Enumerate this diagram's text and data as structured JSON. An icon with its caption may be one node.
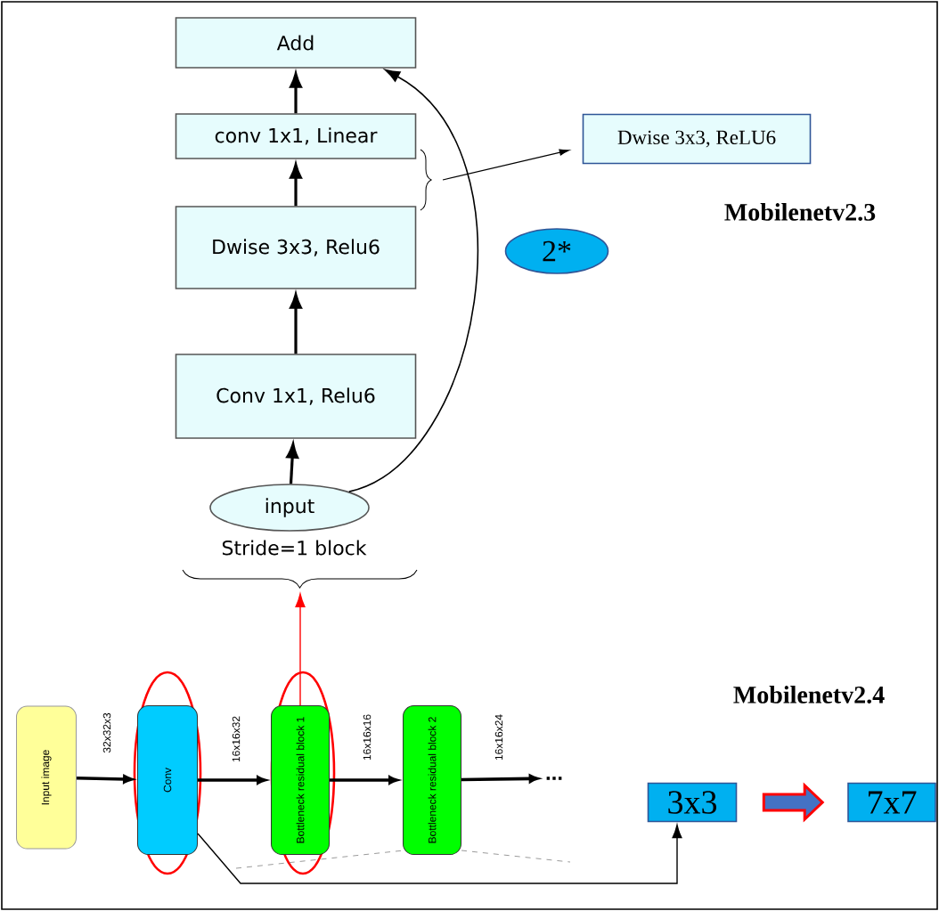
{
  "diagram": {
    "nodes": [
      {
        "text": [
          "Add"
        ]
      },
      {
        "text": [
          "conv 1x1, Linear"
        ]
      },
      {
        "text": [
          "Dwise 3x3, Relu6"
        ]
      },
      {
        "text": [
          "Conv 1x1, Relu6"
        ]
      },
      {
        "text": [
          "input"
        ]
      },
      {
        "text": [
          "Dwise 3x3, ReLU6"
        ]
      },
      {
        "text": [
          "2*"
        ]
      },
      {
        "text": [
          "Input image"
        ]
      },
      {
        "text": [
          "Conv"
        ]
      },
      {
        "text": [
          "Bottleneck residual block 1"
        ]
      },
      {
        "text": [
          "Bottleneck residual block 2"
        ]
      },
      {
        "text": [
          "3x3"
        ]
      },
      {
        "text": [
          "7x7"
        ]
      },
      {
        "text": [
          "..."
        ]
      }
    ],
    "edges": [
      {
        "from": 4,
        "to": 3,
        "arrow": "to"
      },
      {
        "from": 3,
        "to": 2,
        "arrow": "to"
      },
      {
        "from": 2,
        "to": 1,
        "arrow": "to"
      },
      {
        "from": 1,
        "to": 0,
        "arrow": "to"
      },
      {
        "from": 4,
        "to": 0,
        "arrow": "to"
      },
      {
        "from": null,
        "to": 5,
        "arrow": "to"
      },
      {
        "from": 7,
        "to": 8,
        "arrow": "to"
      },
      {
        "from": 8,
        "to": 9,
        "arrow": "to"
      },
      {
        "from": 9,
        "to": 10,
        "arrow": "to"
      },
      {
        "from": 10,
        "to": 13,
        "arrow": "to"
      },
      {
        "from": 8,
        "to": 11,
        "arrow": "to"
      },
      {
        "from": 9,
        "to": null,
        "arrow": "to",
        "color": "#ff0000"
      },
      {
        "from": 11,
        "to": 12,
        "arrow": "to",
        "style": "thick",
        "color": "#4472c4"
      }
    ],
    "labels": [
      "Mobilenetv2.3",
      "Stride=1 block",
      "Mobilenetv2.4",
      "32x32x3",
      "16x16x32",
      "16x16x16",
      "16x16x24"
    ]
  }
}
